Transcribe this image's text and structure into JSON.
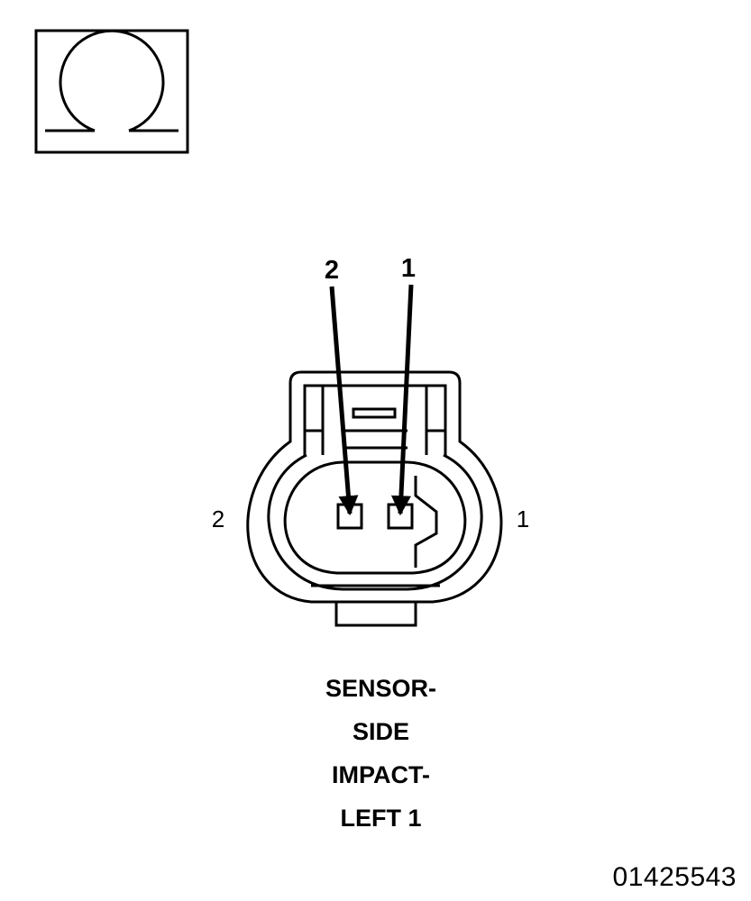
{
  "meter_icon": {
    "icon": "ohm-symbol-icon"
  },
  "connector": {
    "pin_callouts": [
      {
        "label": "2"
      },
      {
        "label": "1"
      }
    ],
    "side_labels": {
      "left": "2",
      "right": "1"
    }
  },
  "caption": {
    "lines": [
      "SENSOR-",
      "SIDE",
      "IMPACT-",
      "LEFT 1"
    ]
  },
  "document_number": "01425543"
}
